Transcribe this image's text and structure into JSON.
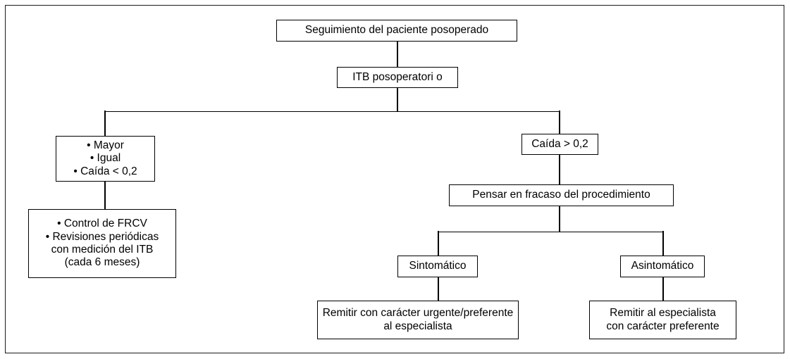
{
  "figure": {
    "title": "Seguimiento del paciente posoperado",
    "language": "es",
    "background_color": "#ffffff",
    "line_color": "#000000",
    "border_color": "#1a1a1a"
  },
  "nodes": {
    "root": {
      "label": "Seguimiento del paciente posoperado"
    },
    "itb": {
      "label": "ITB posoperatori o"
    },
    "left_branch": {
      "bullet1": "• Mayor",
      "bullet2": "• Igual",
      "bullet3": "• Caída < 0,2"
    },
    "left_action": {
      "line1": "• Control de FRCV",
      "line2": "• Revisiones periódicas",
      "line3": "con medición del ITB",
      "line4": "(cada 6 meses)"
    },
    "right_branch": {
      "label": "Caída > 0,2"
    },
    "fracaso": {
      "label": "Pensar en fracaso del procedimiento"
    },
    "sintomatico": {
      "label": "Sintomático"
    },
    "asintomatico": {
      "label": "Asintomático"
    },
    "remitir_urgente": {
      "line1": "Remitir con carácter urgente/preferente",
      "line2": "al especialista"
    },
    "remitir_preferente": {
      "line1": "Remitir al especialista",
      "line2": "con carácter preferente"
    }
  },
  "chart_data": {
    "type": "diagram",
    "title": "Seguimiento del paciente posoperado",
    "orientation": "top-down",
    "nodes": [
      {
        "id": "root",
        "text": "Seguimiento del paciente posoperado",
        "level": 0
      },
      {
        "id": "itb",
        "text": "ITB posoperatori o",
        "level": 1
      },
      {
        "id": "left_branch",
        "text": "• Mayor • Igual • Caída < 0,2",
        "level": 2
      },
      {
        "id": "left_action",
        "text": "• Control de FRCV • Revisiones periódicas con medición del ITB (cada 6 meses)",
        "level": 3
      },
      {
        "id": "right_branch",
        "text": "Caída > 0,2",
        "level": 2
      },
      {
        "id": "fracaso",
        "text": "Pensar en fracaso del procedimiento",
        "level": 3
      },
      {
        "id": "sintomatico",
        "text": "Sintomático",
        "level": 4
      },
      {
        "id": "asintomatico",
        "text": "Asintomático",
        "level": 4
      },
      {
        "id": "remitir_urgente",
        "text": "Remitir con carácter urgente/preferente al especialista",
        "level": 5
      },
      {
        "id": "remitir_preferente",
        "text": "Remitir al especialista con carácter preferente",
        "level": 5
      }
    ],
    "edges": [
      {
        "from": "root",
        "to": "itb"
      },
      {
        "from": "itb",
        "to": "left_branch"
      },
      {
        "from": "itb",
        "to": "right_branch"
      },
      {
        "from": "left_branch",
        "to": "left_action"
      },
      {
        "from": "right_branch",
        "to": "fracaso"
      },
      {
        "from": "fracaso",
        "to": "sintomatico"
      },
      {
        "from": "fracaso",
        "to": "asintomatico"
      },
      {
        "from": "sintomatico",
        "to": "remitir_urgente"
      },
      {
        "from": "asintomatico",
        "to": "remitir_preferente"
      }
    ]
  }
}
